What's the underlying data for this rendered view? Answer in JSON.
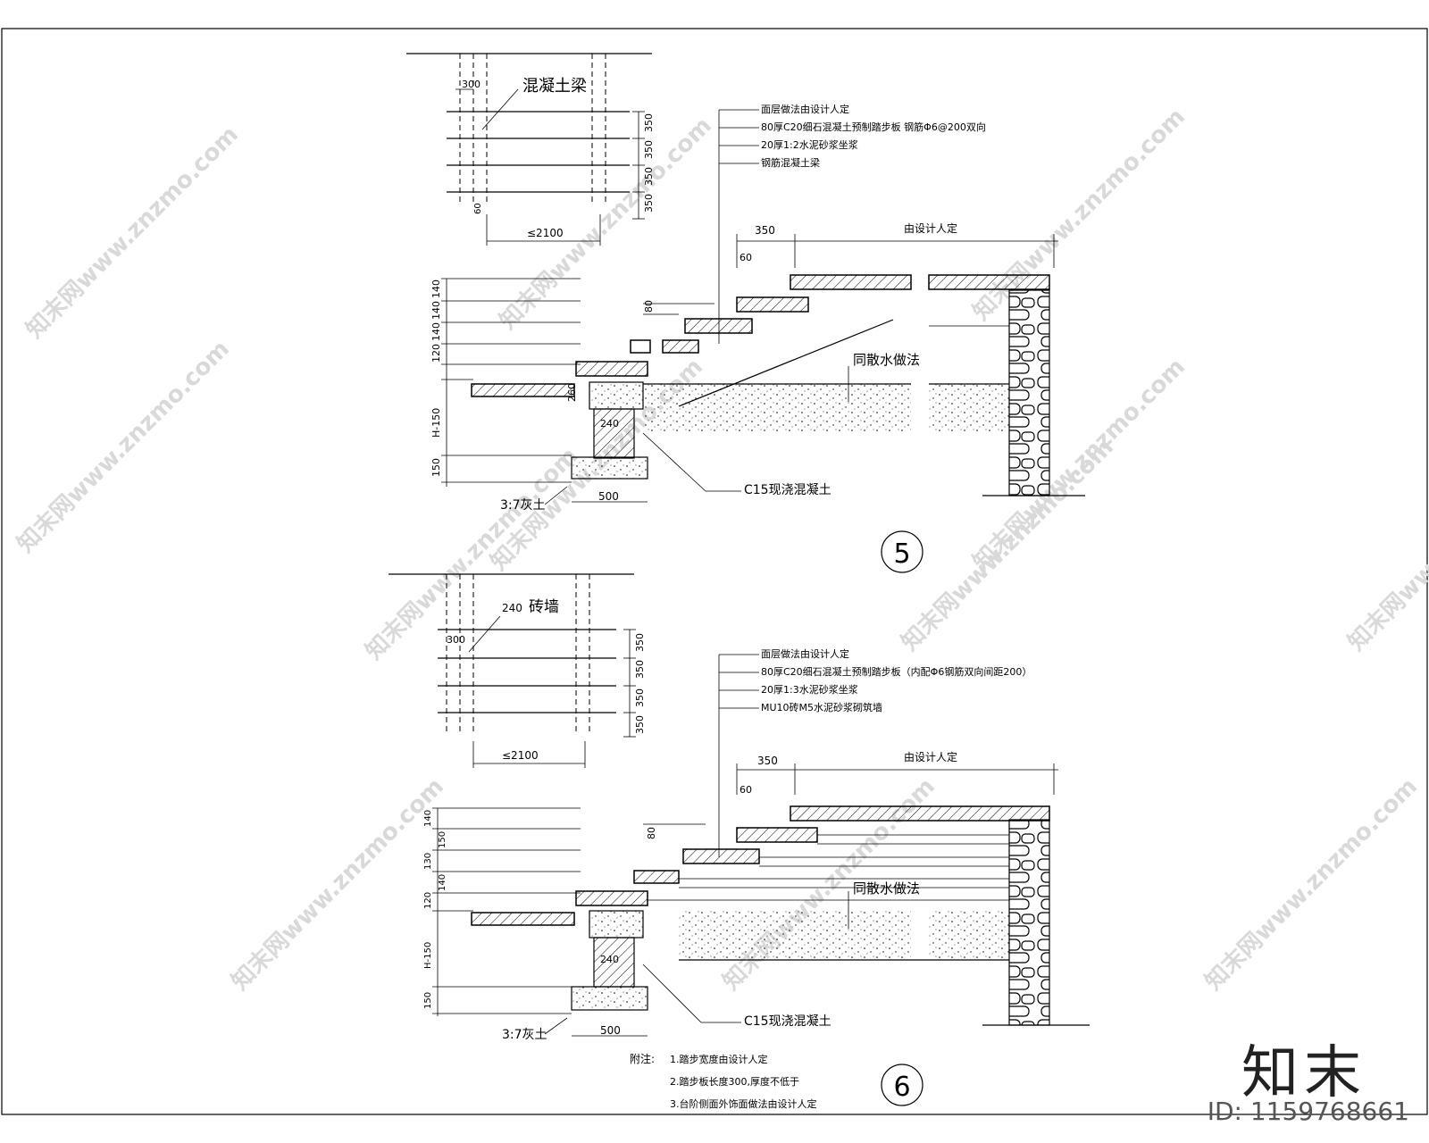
{
  "watermark": "知末网www.znzmo.com",
  "brand": "知末",
  "image_id": "ID: 1159768661",
  "detail5": {
    "number": "5",
    "beam_label": "混凝土梁",
    "dim_300": "300",
    "dim_60": "60",
    "span_label": "≤2100",
    "riser_dims": [
      "350",
      "350",
      "350",
      "350"
    ],
    "layer_notes": [
      "面层做法由设计人定",
      "80厚C20细石混凝土预制踏步板 钢筋Φ6@200双向",
      "20厚1:2水泥砂浆坐浆",
      "钢筋混凝土梁"
    ],
    "top_dim_350": "350",
    "top_dim_60": "60",
    "top_right_label": "由设计人定",
    "dim_80": "80",
    "left_dims": [
      "140",
      "140",
      "140",
      "120",
      "H-150",
      "150"
    ],
    "dim_260": "260",
    "dim_240": "240",
    "apron_label": "同散水做法",
    "concrete_label": "C15现浇混凝土",
    "lime_label": "3:7灰土",
    "foot_dim": "500"
  },
  "detail6": {
    "number": "6",
    "wall_label": "砖墙",
    "wall_dim": "240",
    "dim_300": "300",
    "span_label": "≤2100",
    "riser_dims": [
      "350",
      "350",
      "350",
      "350"
    ],
    "layer_notes": [
      "面层做法由设计人定",
      "80厚C20细石混凝土预制踏步板（内配Φ6钢筋双向间距200）",
      "20厚1:3水泥砂浆坐浆",
      "MU10砖M5水泥砂浆砌筑墙"
    ],
    "top_dim_350": "350",
    "top_dim_60": "60",
    "top_right_label": "由设计人定",
    "dim_80": "80",
    "left_dims": [
      "140",
      "150",
      "130",
      "140",
      "120",
      "H-150",
      "150"
    ],
    "dim_240": "240",
    "apron_label": "同散水做法",
    "concrete_label": "C15现浇混凝土",
    "lime_label": "3:7灰土",
    "foot_dim": "500"
  },
  "notes": {
    "title": "附注:",
    "items": [
      "1.踏步宽度由设计人定",
      "2.踏步板长度300,厚度不低于",
      "3.台阶侧面外饰面做法由设计人定"
    ]
  }
}
